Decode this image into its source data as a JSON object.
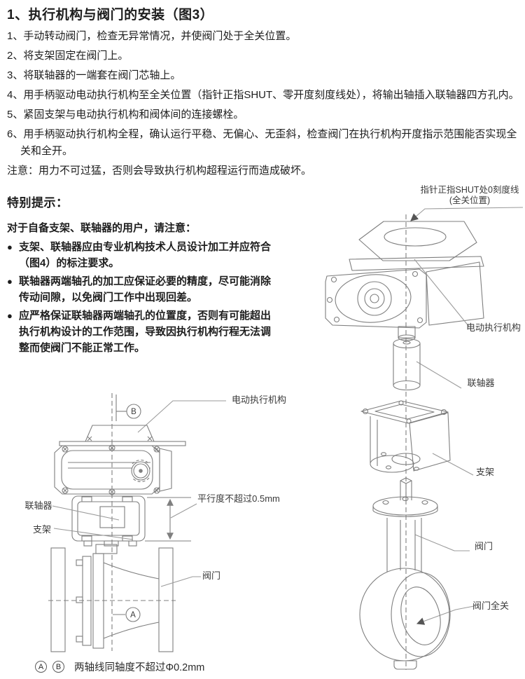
{
  "colors": {
    "ink": "#1d1d1d",
    "drawing_line": "#7f7f7f",
    "leader_line": "#9b9b9b",
    "figure_label": "#3a3a3a",
    "background": "#ffffff"
  },
  "header": {
    "title": "1、执行机构与阀门的安装（图3）"
  },
  "instructions": {
    "steps": [
      "1、手动转动阀门，检查无异常情况，并使阀门处于全关位置。",
      "2、将支架固定在阀门上。",
      "3、将联轴器的一端套在阀门芯轴上。",
      "4、用手柄驱动电动执行机构至全关位置（指针正指SHUT、零开度刻度线处），将输出轴插入联轴器四方孔内。",
      "5、紧固支架与电动执行机构和阀体间的连接螺栓。",
      "6、用手柄驱动执行机构全程，确认运行平稳、无偏心、无歪斜，检查阀门在执行机构开度指示范围能否实现全关和全开。"
    ],
    "note": "注意：用力不可过猛，否则会导致执行机构超程运行而造成破坏。"
  },
  "special_notice": {
    "heading": "特别提示：",
    "intro": "对于自备支架、联轴器的用户，请注意：",
    "bullet_marker": "●",
    "bullets": [
      "支架、联轴器应由专业机构技术人员设计加工并应符合（图4）的标注要求。",
      "联轴器两端轴孔的加工应保证必要的精度，尽可能消除传动间隙，以免阀门工作中出现回差。",
      "应严格保证联轴器两端轴孔的位置度，否则有可能超出执行机构设计的工作范围，导致因执行机构行程无法调整而使阀门不能正常工作。"
    ]
  },
  "figure_left": {
    "labels": {
      "datum_b": "B",
      "actuator": "电动执行机构",
      "coupling": "联轴器",
      "bracket": "支架",
      "parallelism": "平行度不超过0.5mm",
      "valve": "阀门",
      "datum_a": "A"
    },
    "note": {
      "a": "A",
      "b": "B",
      "text": "两轴线同轴度不超过Φ0.2mm"
    }
  },
  "figure_right": {
    "labels": {
      "pointer_line1": "指针正指SHUT处0刻度线",
      "pointer_line2": "(全关位置)",
      "actuator": "电动执行机构",
      "coupling": "联轴器",
      "bracket": "支架",
      "valve": "阀门",
      "valve_full_closed": "阀门全关"
    }
  }
}
